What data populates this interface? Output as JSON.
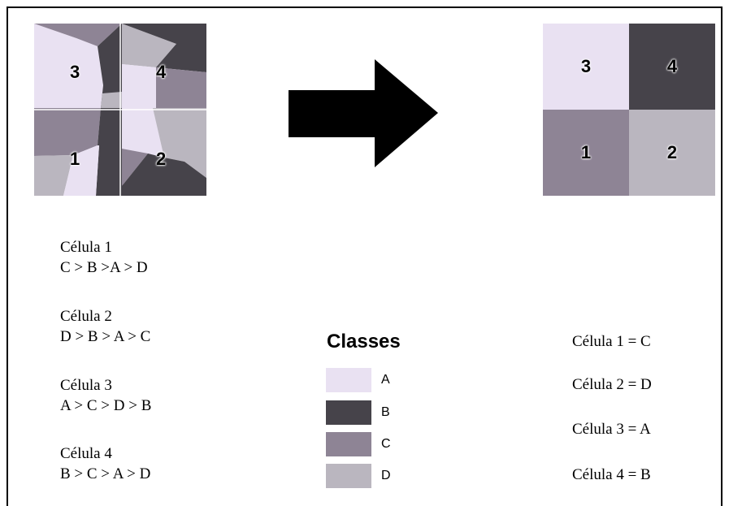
{
  "colors": {
    "A": "#e9e1f2",
    "B": "#46434a",
    "C": "#8e8495",
    "D": "#bab6bf"
  },
  "mixed_grid": {
    "cell_labels": [
      "3",
      "4",
      "1",
      "2"
    ]
  },
  "classified_grid": {
    "cells": [
      {
        "label": "3",
        "class": "A"
      },
      {
        "label": "4",
        "class": "B"
      },
      {
        "label": "1",
        "class": "C"
      },
      {
        "label": "2",
        "class": "D"
      }
    ]
  },
  "arrow_icon": "right-arrow-icon",
  "rules": [
    {
      "cell": "Célula 1",
      "order": "C > B >A > D"
    },
    {
      "cell": "Célula 2",
      "order": "D > B > A > C"
    },
    {
      "cell": "Célula 3",
      "order": "A > C > D > B"
    },
    {
      "cell": "Célula 4",
      "order": "B > C > A > D"
    }
  ],
  "legend": {
    "title": "Classes",
    "items": [
      {
        "label": "A",
        "class": "A"
      },
      {
        "label": "B",
        "class": "B"
      },
      {
        "label": "C",
        "class": "C"
      },
      {
        "label": "D",
        "class": "D"
      }
    ]
  },
  "results": [
    "Célula 1 = C",
    "Célula 2 = D",
    "Célula 3 = A",
    "Célula 4 = B"
  ]
}
